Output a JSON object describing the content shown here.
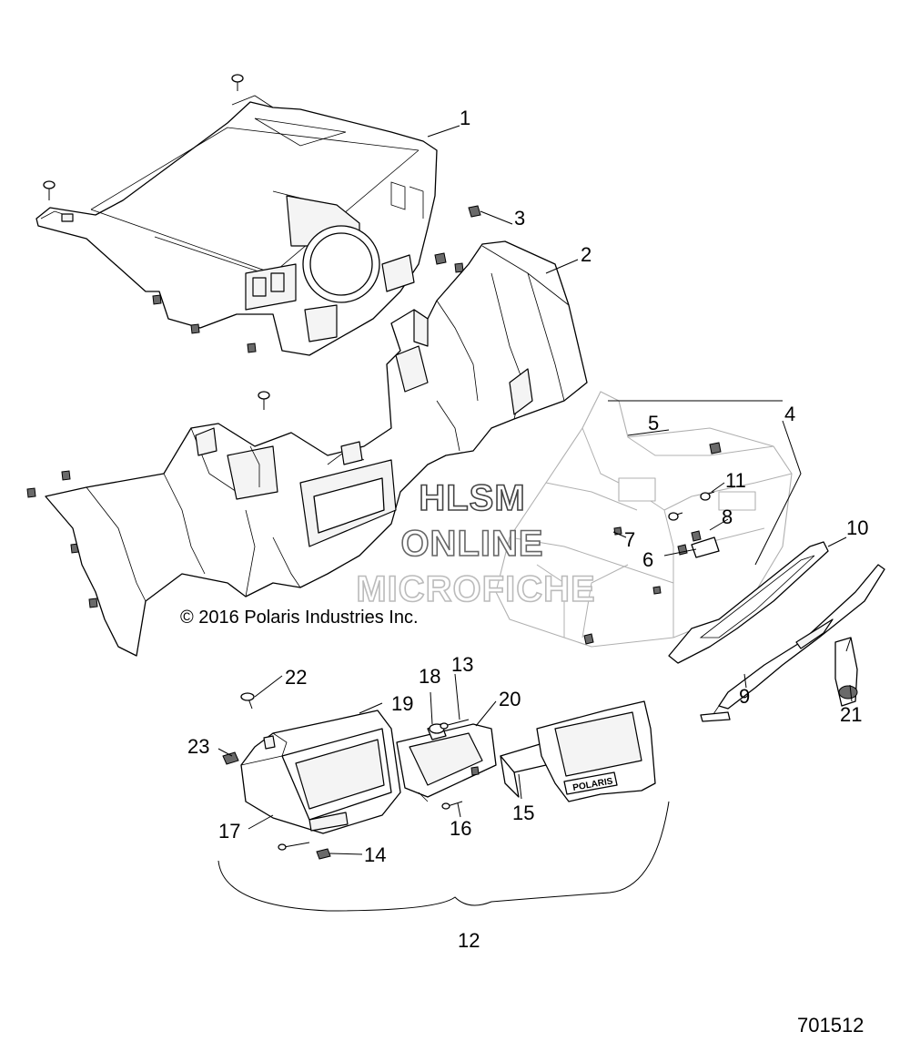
{
  "diagram": {
    "callouts": [
      {
        "id": "1",
        "label": "1"
      },
      {
        "id": "2",
        "label": "2"
      },
      {
        "id": "3",
        "label": "3"
      },
      {
        "id": "4",
        "label": "4"
      },
      {
        "id": "5",
        "label": "5"
      },
      {
        "id": "6",
        "label": "6"
      },
      {
        "id": "7",
        "label": "7"
      },
      {
        "id": "8",
        "label": "8"
      },
      {
        "id": "9",
        "label": "9"
      },
      {
        "id": "10",
        "label": "10"
      },
      {
        "id": "11",
        "label": "11"
      },
      {
        "id": "12",
        "label": "12"
      },
      {
        "id": "13",
        "label": "13"
      },
      {
        "id": "14",
        "label": "14"
      },
      {
        "id": "15",
        "label": "15"
      },
      {
        "id": "16",
        "label": "16"
      },
      {
        "id": "17",
        "label": "17"
      },
      {
        "id": "18",
        "label": "18"
      },
      {
        "id": "19",
        "label": "19"
      },
      {
        "id": "20",
        "label": "20"
      },
      {
        "id": "21",
        "label": "21"
      },
      {
        "id": "22",
        "label": "22"
      },
      {
        "id": "23",
        "label": "23"
      }
    ],
    "watermark": {
      "line1": "HLSM",
      "line2": "ONLINE",
      "line3": "MICROFICHE"
    },
    "copyright": "© 2016 Polaris Industries Inc.",
    "document_number": "701512",
    "brand_badge": "POLARIS"
  }
}
